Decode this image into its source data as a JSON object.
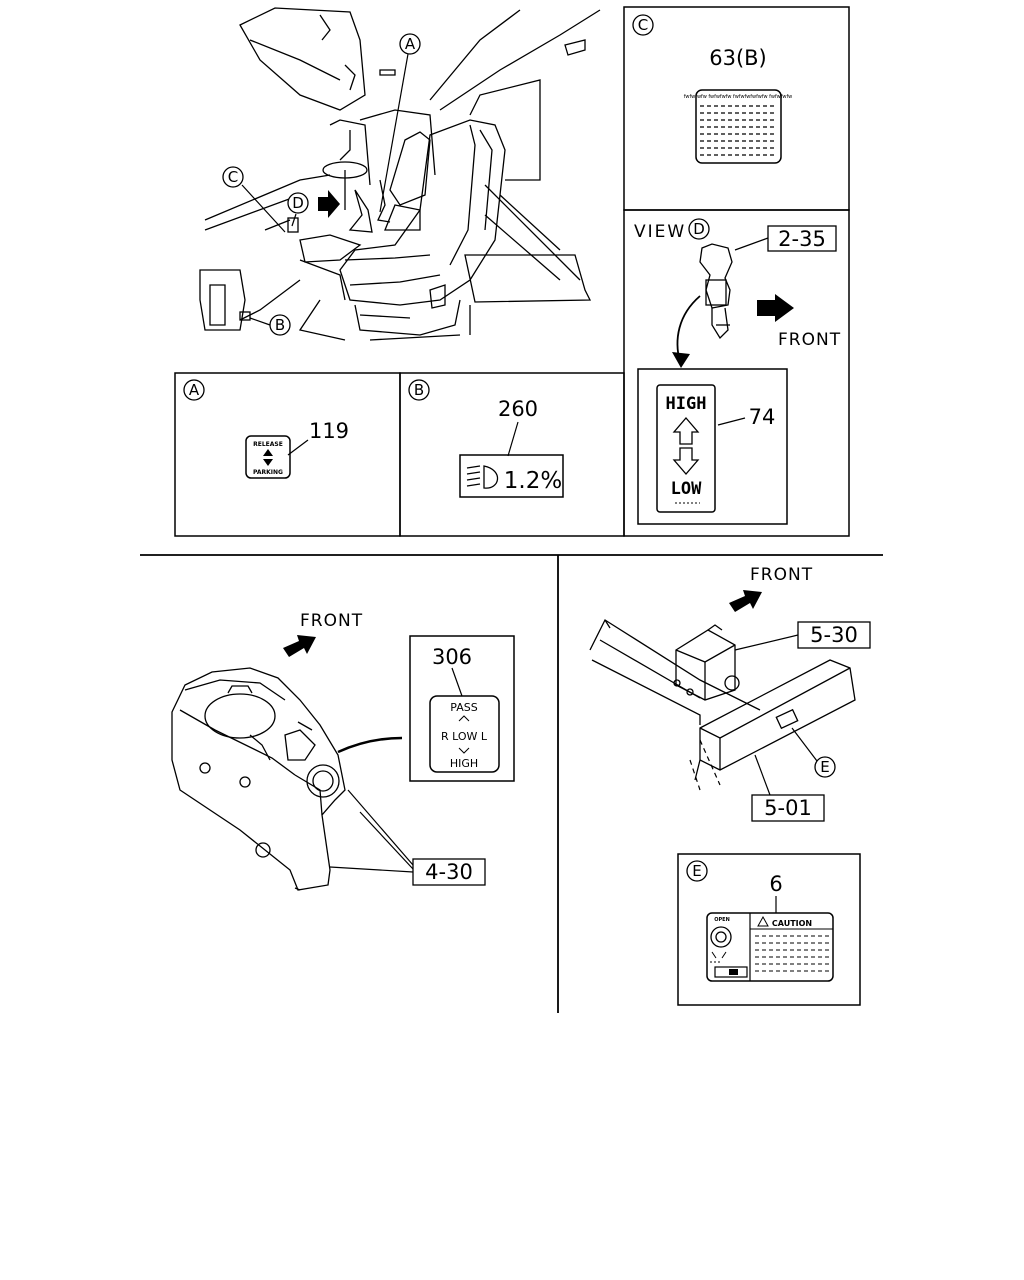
{
  "callouts": {
    "a": "A",
    "b": "B",
    "c": "C",
    "d": "D",
    "e": "E"
  },
  "overview": {},
  "panel_a": {
    "part_no": "119",
    "label_top": "RELEASE",
    "label_bottom": "PARKING"
  },
  "panel_b": {
    "part_no": "260",
    "label_value": "1.2%"
  },
  "panel_c": {
    "part_no": "63(B)",
    "label_header": "fwfwfwfw fwfwfwfw fwfwfwfwfwfw fwfwfwfw"
  },
  "panel_view_d": {
    "view_label": "VIEW",
    "ref": "2-35",
    "front_label": "FRONT",
    "part_no": "74",
    "label_high": "HIGH",
    "label_low": "LOW"
  },
  "panel_combination_switch": {
    "front_label": "FRONT",
    "part_no": "306",
    "ref": "4-30",
    "label_pass": "PASS",
    "label_center": "R LOW L",
    "label_high": "HIGH"
  },
  "panel_frame": {
    "front_label": "FRONT",
    "ref_upper": "5-30",
    "ref_lower": "5-01"
  },
  "panel_e": {
    "part_no": "6",
    "caution_title": "CAUTION",
    "label_open": "OPEN"
  }
}
